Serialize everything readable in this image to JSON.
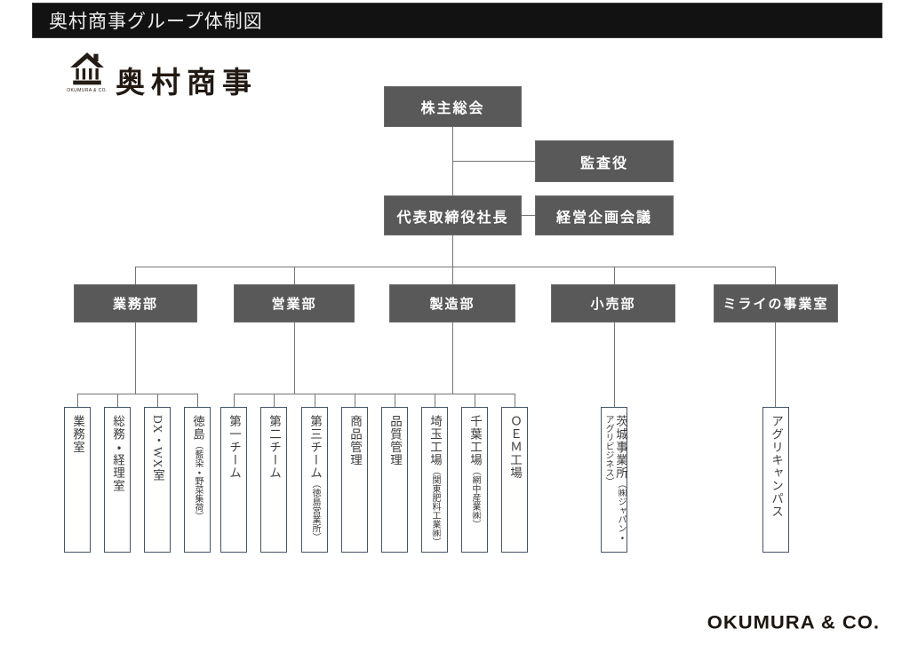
{
  "slide": {
    "title": "奥村商事グループ体制図",
    "logo": {
      "company": "奥村商事",
      "caption": "OKUMURA & CO."
    },
    "footer_brand": "OKUMURA & CO."
  },
  "org": {
    "shareholders": "株主総会",
    "auditor": "監査役",
    "president": "代表取締役社長",
    "planning_meeting": "経営企画会議",
    "departments": [
      {
        "label": "業務部"
      },
      {
        "label": "営業部"
      },
      {
        "label": "製造部"
      },
      {
        "label": "小売部"
      },
      {
        "label": "ミライの事業室"
      }
    ],
    "units": [
      {
        "label": "業務室",
        "sub": ""
      },
      {
        "label": "総務・経理室",
        "sub": ""
      },
      {
        "label": "DX・WX室",
        "sub": ""
      },
      {
        "label": "徳島",
        "sub": "（藍染・野菜集荷）"
      },
      {
        "label": "第一チーム",
        "sub": ""
      },
      {
        "label": "第二チーム",
        "sub": ""
      },
      {
        "label": "第三チーム",
        "sub": "（徳島営業所）"
      },
      {
        "label": "商品管理",
        "sub": ""
      },
      {
        "label": "品質管理",
        "sub": ""
      },
      {
        "label": "埼玉工場",
        "sub": "（関東肥料工業㈱）"
      },
      {
        "label": "千葉工場",
        "sub": "（網中産業㈱）"
      },
      {
        "label": "ＯＥＭ工場",
        "sub": ""
      },
      {
        "label": "茨城事業所",
        "sub": "（㈱ジャパン・アグリビジネス）"
      },
      {
        "label": "アグリキャンパス",
        "sub": ""
      }
    ],
    "colors": {
      "box_fill": "#595959",
      "box_text": "#ffffff",
      "unit_border": "#44546a",
      "connector": "#757575",
      "titlebar_bg": "#121212"
    }
  }
}
